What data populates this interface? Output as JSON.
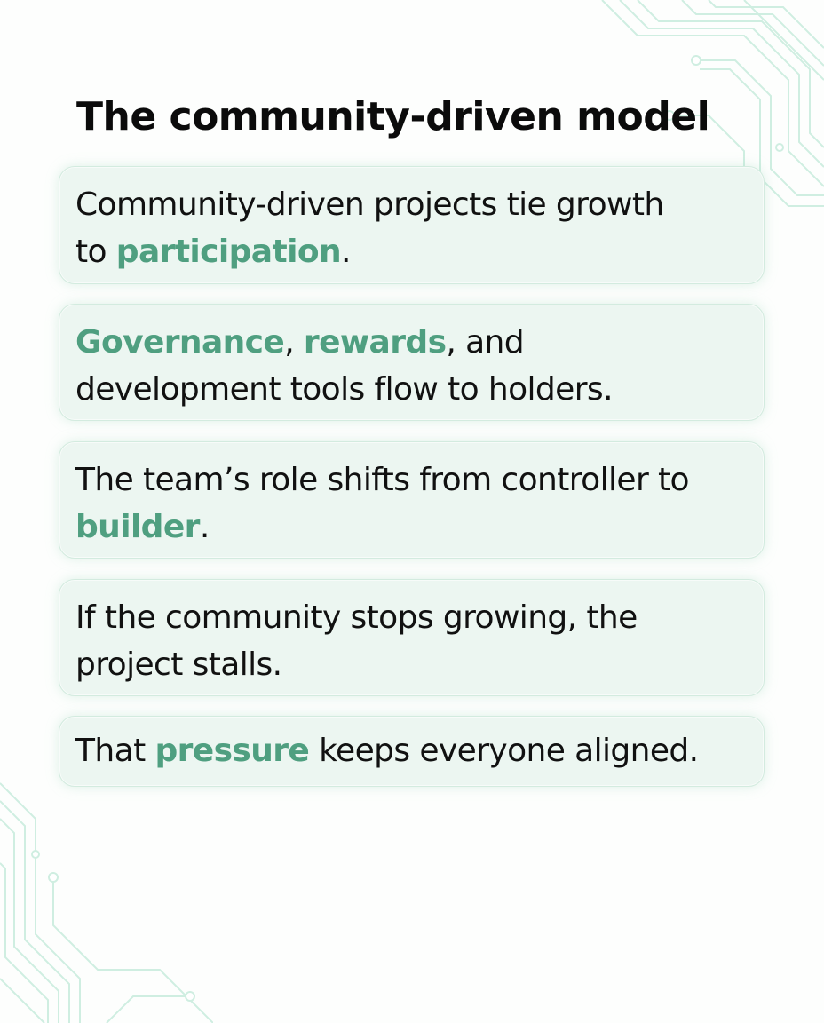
{
  "title": "The community-driven model",
  "cards": [
    {
      "line1": "Community-driven projects tie growth",
      "line2_a": "to ",
      "line2_hl": "participation",
      "line2_b": "."
    },
    {
      "line1_hl1": "Governance",
      "line1_sep": ", ",
      "line1_hl2": "rewards",
      "line1_end": ", and",
      "line2": "development tools flow to holders."
    },
    {
      "line1": "The team’s role shifts from controller to",
      "line2_hl": "builder",
      "line2_end": "."
    },
    {
      "line1": "If the community stops growing, the",
      "line2": "project stalls."
    },
    {
      "line1_a": "That ",
      "line1_hl": "pressure",
      "line1_b": " keeps everyone aligned."
    }
  ],
  "colors": {
    "accent": "#4f9f80",
    "card_bg": "#ecf6f1",
    "card_border": "#d3ebdf",
    "text": "#111111",
    "circuit_lines": "#cfeee1"
  },
  "icons": [
    "circuit-pattern-top-right",
    "circuit-pattern-bottom-left"
  ]
}
